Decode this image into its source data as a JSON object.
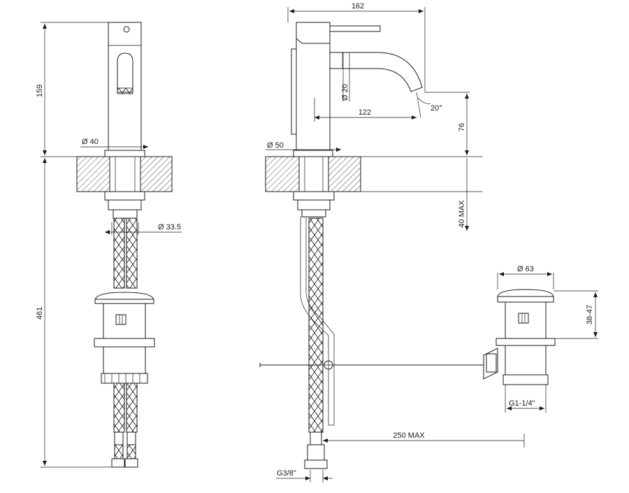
{
  "dimensions": {
    "width_162": "162",
    "height_159": "159",
    "height_461": "461",
    "dia_40": "Ø 40",
    "dia_50": "Ø 50",
    "dia_33_5": "Ø 33.5",
    "dia_20": "Ø 20",
    "reach_122": "122",
    "angle_20": "20°",
    "height_76": "76",
    "deck_40_max": "40 MAX",
    "dia_63": "Ø 63",
    "range_38_47": "38-47",
    "thread_g1": "G1-1/4\"",
    "length_250_max": "250 MAX",
    "thread_g3_8": "G3/8\""
  }
}
